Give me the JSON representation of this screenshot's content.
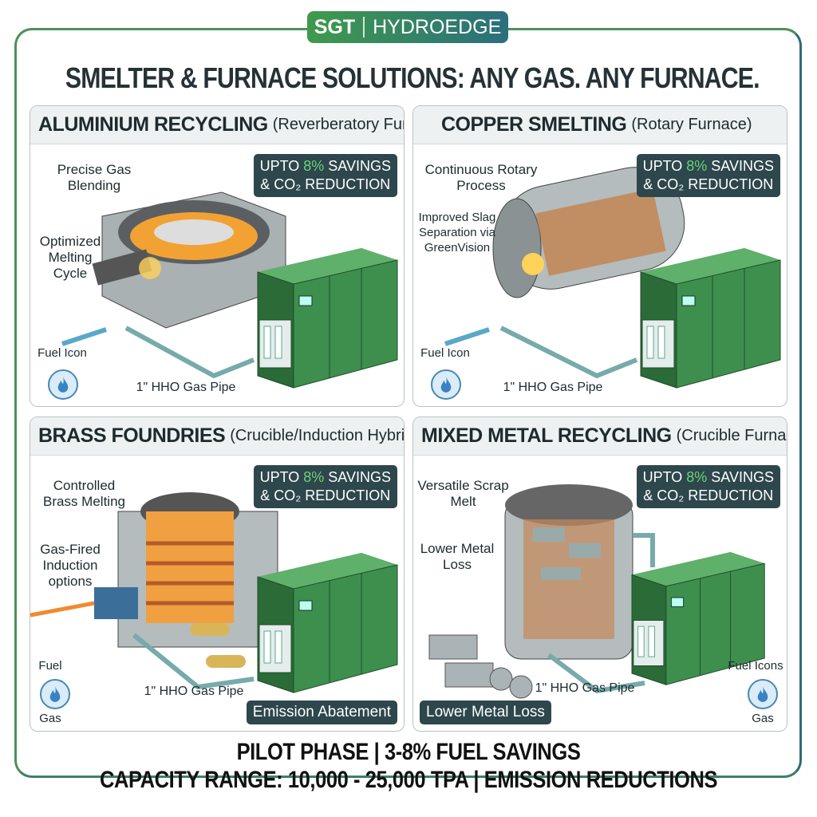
{
  "brand": {
    "left": "SGT",
    "right": "HYDROEDGE"
  },
  "title": "SMELTER & FURNACE SOLUTIONS: ANY GAS. ANY FURNACE.",
  "savings": {
    "line1_pre": "UPTO ",
    "percent": "8%",
    "line1_post": " SAVINGS",
    "line2": "& CO₂ REDUCTION"
  },
  "panels": [
    {
      "title": "ALUMINIUM RECYCLING",
      "subtitle": "(Reverberatory Furnace)",
      "labels": [
        "Precise Gas Blending",
        "Optimized Melting Cycle",
        "Fuel Icon",
        "1\" HHO Gas Pipe"
      ]
    },
    {
      "title": "COPPER SMELTING",
      "subtitle": "(Rotary Furnace)",
      "labels": [
        "Continuous Rotary Process",
        "Improved Slag Separation via GreenVision",
        "Fuel Icon",
        "1\" HHO Gas Pipe"
      ]
    },
    {
      "title": "BRASS FOUNDRIES",
      "subtitle": "(Crucible/Induction Hybrid)",
      "labels": [
        "Controlled Brass Melting",
        "Gas-Fired Induction options",
        "Fuel",
        "Gas",
        "1\" HHO Gas Pipe"
      ],
      "tag": "Emission Abatement"
    },
    {
      "title": "MIXED METAL RECYCLING",
      "subtitle": "(Crucible Furnace)",
      "labels": [
        "Versatile Scrap Melt",
        "Lower Metal Loss",
        "Fuel Icons",
        "Gas",
        "1\" HHO Gas Pipe"
      ],
      "tag": "Lower Metal Loss"
    }
  ],
  "footer": {
    "line1": "PILOT PHASE | 3-8% FUEL SAVINGS",
    "line2": "CAPACITY RANGE: 10,000 - 25,000 TPA | EMISSION REDUCTIONS"
  },
  "colors": {
    "green": "#3f9a4c",
    "teal": "#2b6f7d",
    "dark": "#2d474c",
    "machine": "#3e8f4e"
  }
}
